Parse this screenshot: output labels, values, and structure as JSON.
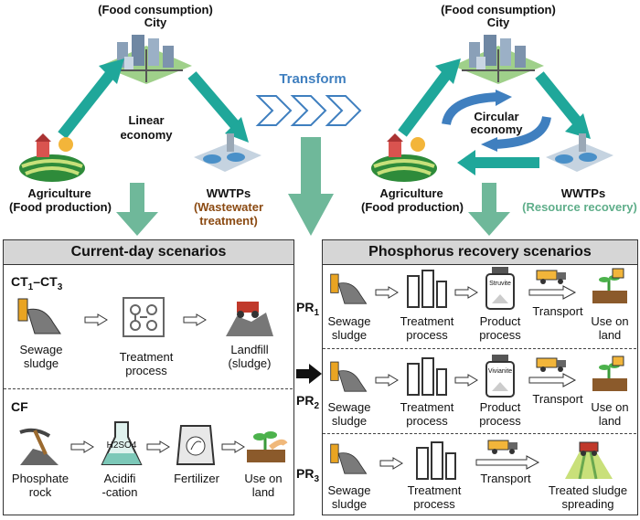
{
  "left_cycle": {
    "city_top": "(Food consumption)",
    "city": "City",
    "center_line1": "Linear",
    "center_line2": "economy",
    "agri_line1": "Agriculture",
    "agri_line2": "(Food production)",
    "wwtp_line1": "WWTPs",
    "wwtp_line2": "(Wastewater",
    "wwtp_line3": "treatment)"
  },
  "transform_label": "Transform",
  "right_cycle": {
    "city_top": "(Food consumption)",
    "city": "City",
    "center_line1": "Circular",
    "center_line2": "economy",
    "agri_line1": "Agriculture",
    "agri_line2": "(Food production)",
    "wwtp_line1": "WWTPs",
    "wwtp_line2": "(Resource recovery)"
  },
  "current": {
    "title": "Current-day scenarios",
    "ct_code": "CT",
    "ct_sub1": "1",
    "ct_dash": "–CT",
    "ct_sub2": "3",
    "ct_steps": [
      [
        "Sewage",
        "sludge"
      ],
      [
        "Treatment",
        "process"
      ],
      [
        "Landfill",
        "(sludge)"
      ]
    ],
    "cf_code": "CF",
    "cf_steps": [
      [
        "Phosphate",
        "rock"
      ],
      [
        "Acidifi",
        "-cation"
      ],
      [
        "Fertilizer",
        ""
      ],
      [
        "Use on",
        "land"
      ]
    ],
    "h2so4": "H2SO4"
  },
  "recovery": {
    "title": "Phosphorus recovery scenarios",
    "pr_code": "PR",
    "pr_subs": [
      "1",
      "2",
      "3"
    ],
    "pr1_steps": [
      [
        "Sewage",
        "sludge"
      ],
      [
        "Treatment",
        "process"
      ],
      [
        "Product",
        "process"
      ],
      [
        "Transport",
        ""
      ],
      [
        "Use on",
        "land"
      ]
    ],
    "pr2_steps": [
      [
        "Sewage",
        "sludge"
      ],
      [
        "Treatment",
        "process"
      ],
      [
        "Product",
        "process"
      ],
      [
        "Transport",
        ""
      ],
      [
        "Use on",
        "land"
      ]
    ],
    "pr3_steps": [
      [
        "Sewage",
        "sludge"
      ],
      [
        "Treatment",
        "process"
      ],
      [
        "Transport",
        ""
      ],
      [
        "Treated sludge",
        "spreading"
      ]
    ],
    "struvite": "Struvite",
    "vivianite": "Vivianite"
  },
  "colors": {
    "teal": "#1fa79a",
    "green_arrow": "#6fb89a",
    "blue": "#3f7fbf",
    "brown": "#8b4a12",
    "recovery_green": "#5fae8a",
    "header_gray": "#d6d6d6"
  }
}
